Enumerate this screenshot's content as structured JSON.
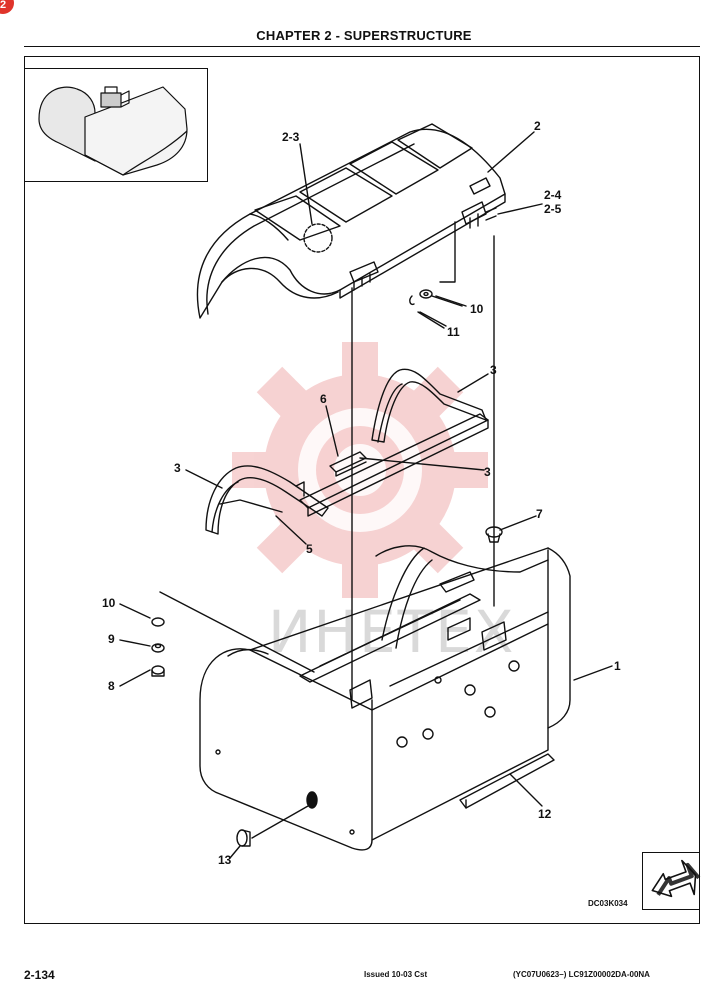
{
  "page": {
    "chapter_title": "CHAPTER 2 - SUPERSTRUCTURE",
    "badge_label": "2",
    "watermark": "ИНЕТЕХ",
    "figure_code": "DC03K034",
    "page_number": "2-134",
    "issued": "Issued 10-03   Cst",
    "reference": "(YC07U0623–)   LC91Z00002DA-00NA"
  },
  "callouts": [
    {
      "label": "2-3"
    },
    {
      "label": "2"
    },
    {
      "label": "2-4"
    },
    {
      "label": "2-5"
    },
    {
      "label": "10"
    },
    {
      "label": "11"
    },
    {
      "label": "3"
    },
    {
      "label": "6"
    },
    {
      "label": "3"
    },
    {
      "label": "3"
    },
    {
      "label": "5"
    },
    {
      "label": "7"
    },
    {
      "label": "10"
    },
    {
      "label": "9"
    },
    {
      "label": "8"
    },
    {
      "label": "1"
    },
    {
      "label": "12"
    },
    {
      "label": "13"
    }
  ],
  "colors": {
    "line": "#111111",
    "watermark": "#f2b8b8",
    "badge": "#e0342b"
  },
  "icons": {
    "nav": "arrow-next-page-icon"
  }
}
